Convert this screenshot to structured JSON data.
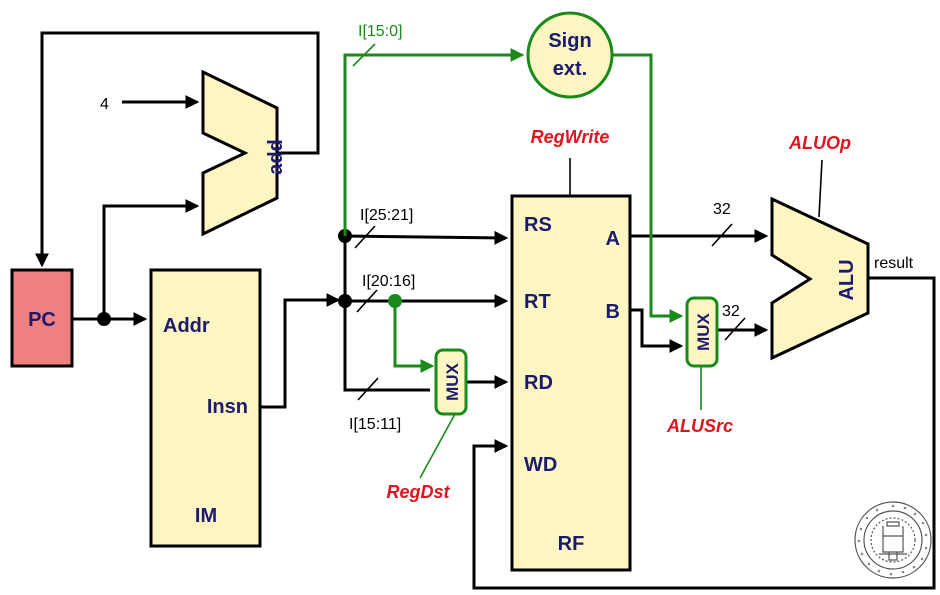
{
  "blocks": {
    "pc": "PC",
    "adder": "add",
    "im_addr": "Addr",
    "im_insn": "Insn",
    "im_name": "IM",
    "rf_rs": "RS",
    "rf_rt": "RT",
    "rf_rd": "RD",
    "rf_wd": "WD",
    "rf_a": "A",
    "rf_b": "B",
    "rf_name": "RF",
    "alu": "ALU",
    "mux": "MUX",
    "sign_ext_line1": "Sign",
    "sign_ext_line2": "ext."
  },
  "labels": {
    "const_four": "4",
    "imm_bits": "I[15:0]",
    "rs_bits": "I[25:21]",
    "rt_bits": "I[20:16]",
    "rd_bits": "I[15:11]",
    "width_a": "32",
    "width_b": "32",
    "result": "result"
  },
  "controls": {
    "reg_write": "RegWrite",
    "alu_op": "ALUOp",
    "alu_src": "ALUSrc",
    "reg_dst": "RegDst"
  },
  "colors": {
    "block_fill": "#fdf6c3",
    "pc_fill": "#f08080",
    "green_wire": "#1a8a1a",
    "control_text": "#e0141e",
    "block_text": "#1a1a6e"
  },
  "icons": {
    "seal": "university-seal-icon"
  }
}
